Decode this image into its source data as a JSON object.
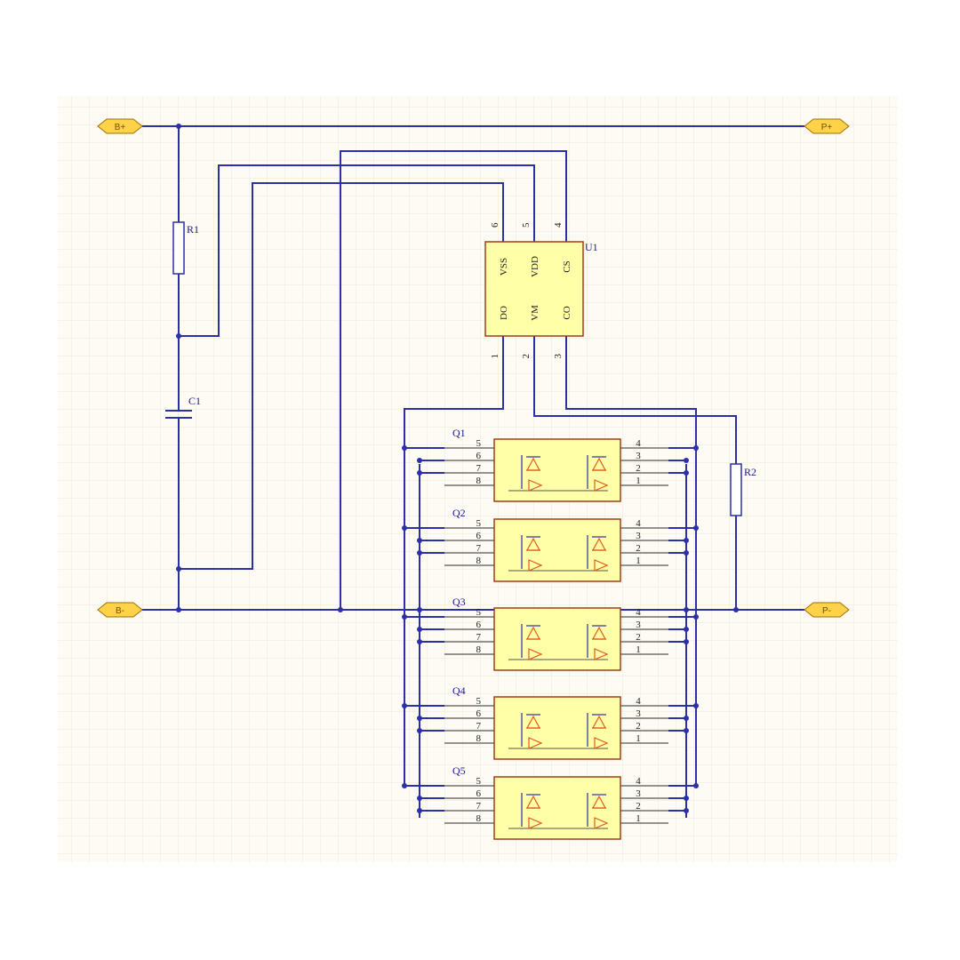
{
  "colors": {
    "background": "#fdfbf4",
    "grid": "#ece7d6",
    "wire": "#2b2fa8",
    "component_fill": "#ffffa8",
    "component_border": "#a23c1a",
    "port_fill": "#ffd24a",
    "mosfet_symbol": "#e05a1a"
  },
  "ports": {
    "b_plus": "B+",
    "b_minus": "B-",
    "p_plus": "P+",
    "p_minus": "P-"
  },
  "components": {
    "r1": "R1",
    "r2": "R2",
    "c1": "C1",
    "u1": "U1"
  },
  "ic": {
    "pins_top": [
      {
        "num": "6",
        "name": "VSS"
      },
      {
        "num": "5",
        "name": "VDD"
      },
      {
        "num": "4",
        "name": "CS"
      }
    ],
    "pins_bottom": [
      {
        "num": "1",
        "name": "DO"
      },
      {
        "num": "2",
        "name": "VM"
      },
      {
        "num": "3",
        "name": "CO"
      }
    ]
  },
  "mosfets": [
    {
      "label": "Q1"
    },
    {
      "label": "Q2"
    },
    {
      "label": "Q3"
    },
    {
      "label": "Q4"
    },
    {
      "label": "Q5"
    }
  ],
  "mosfet_pins_left": [
    "5",
    "6",
    "7",
    "8"
  ],
  "mosfet_pins_right": [
    "4",
    "3",
    "2",
    "1"
  ]
}
